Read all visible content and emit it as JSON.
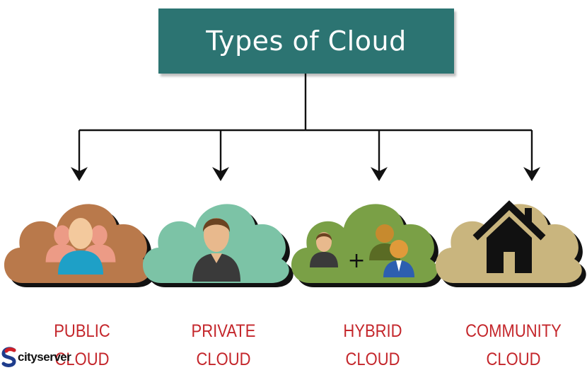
{
  "title": "Types of Cloud",
  "clouds": [
    {
      "line1": "PUBLIC",
      "line2": "CLOUD",
      "icon": "group-people-icon",
      "color": "#b9794b"
    },
    {
      "line1": "PRIVATE",
      "line2": "CLOUD",
      "icon": "single-person-icon",
      "color": "#7cc3a6"
    },
    {
      "line1": "HYBRID",
      "line2": "CLOUD",
      "icon": "person-plus-group-icon",
      "color": "#7aa046"
    },
    {
      "line1": "COMMUNITY",
      "line2": "CLOUD",
      "icon": "house-icon",
      "color": "#c9b57e"
    }
  ],
  "colors": {
    "title_bg": "#2c7472",
    "label_red": "#c4262b",
    "connector": "#111111"
  },
  "watermark": {
    "text": "cityserver"
  }
}
